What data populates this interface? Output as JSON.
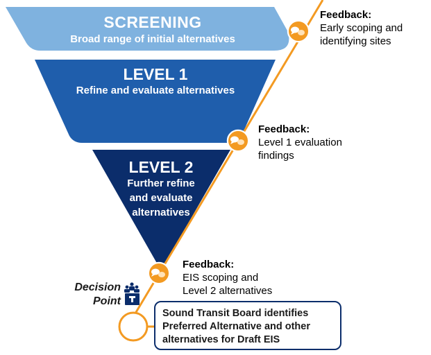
{
  "colors": {
    "screening": "#7fb2df",
    "level1": "#1f5eac",
    "level2": "#0b2d6b",
    "feedback_line": "#f39a22",
    "box_border": "#0b2d6b"
  },
  "stages": {
    "screening": {
      "title": "SCREENING",
      "subtitle": "Broad range of initial alternatives"
    },
    "level1": {
      "title": "LEVEL 1",
      "subtitle": "Refine and evaluate alternatives"
    },
    "level2": {
      "title": "LEVEL 2",
      "subtitle_lines": [
        "Further refine",
        "and evaluate",
        "alternatives"
      ]
    }
  },
  "feedback": [
    {
      "label": "Feedback:",
      "lines": [
        "Early scoping and",
        "identifying sites"
      ],
      "icon": "chat-bubbles-icon"
    },
    {
      "label": "Feedback:",
      "lines": [
        "Level 1 evaluation",
        "findings"
      ],
      "icon": "chat-bubbles-icon"
    },
    {
      "label": "Feedback:",
      "lines": [
        "EIS scoping and",
        "Level 2 alternatives"
      ],
      "icon": "chat-bubbles-icon"
    }
  ],
  "decision_point": {
    "lines": [
      "Decision",
      "Point"
    ],
    "icon": "meeting-podium-icon"
  },
  "board_box": {
    "lines": [
      "Sound Transit Board identifies",
      "Preferred Alternative and other",
      "alternatives for Draft EIS"
    ]
  }
}
